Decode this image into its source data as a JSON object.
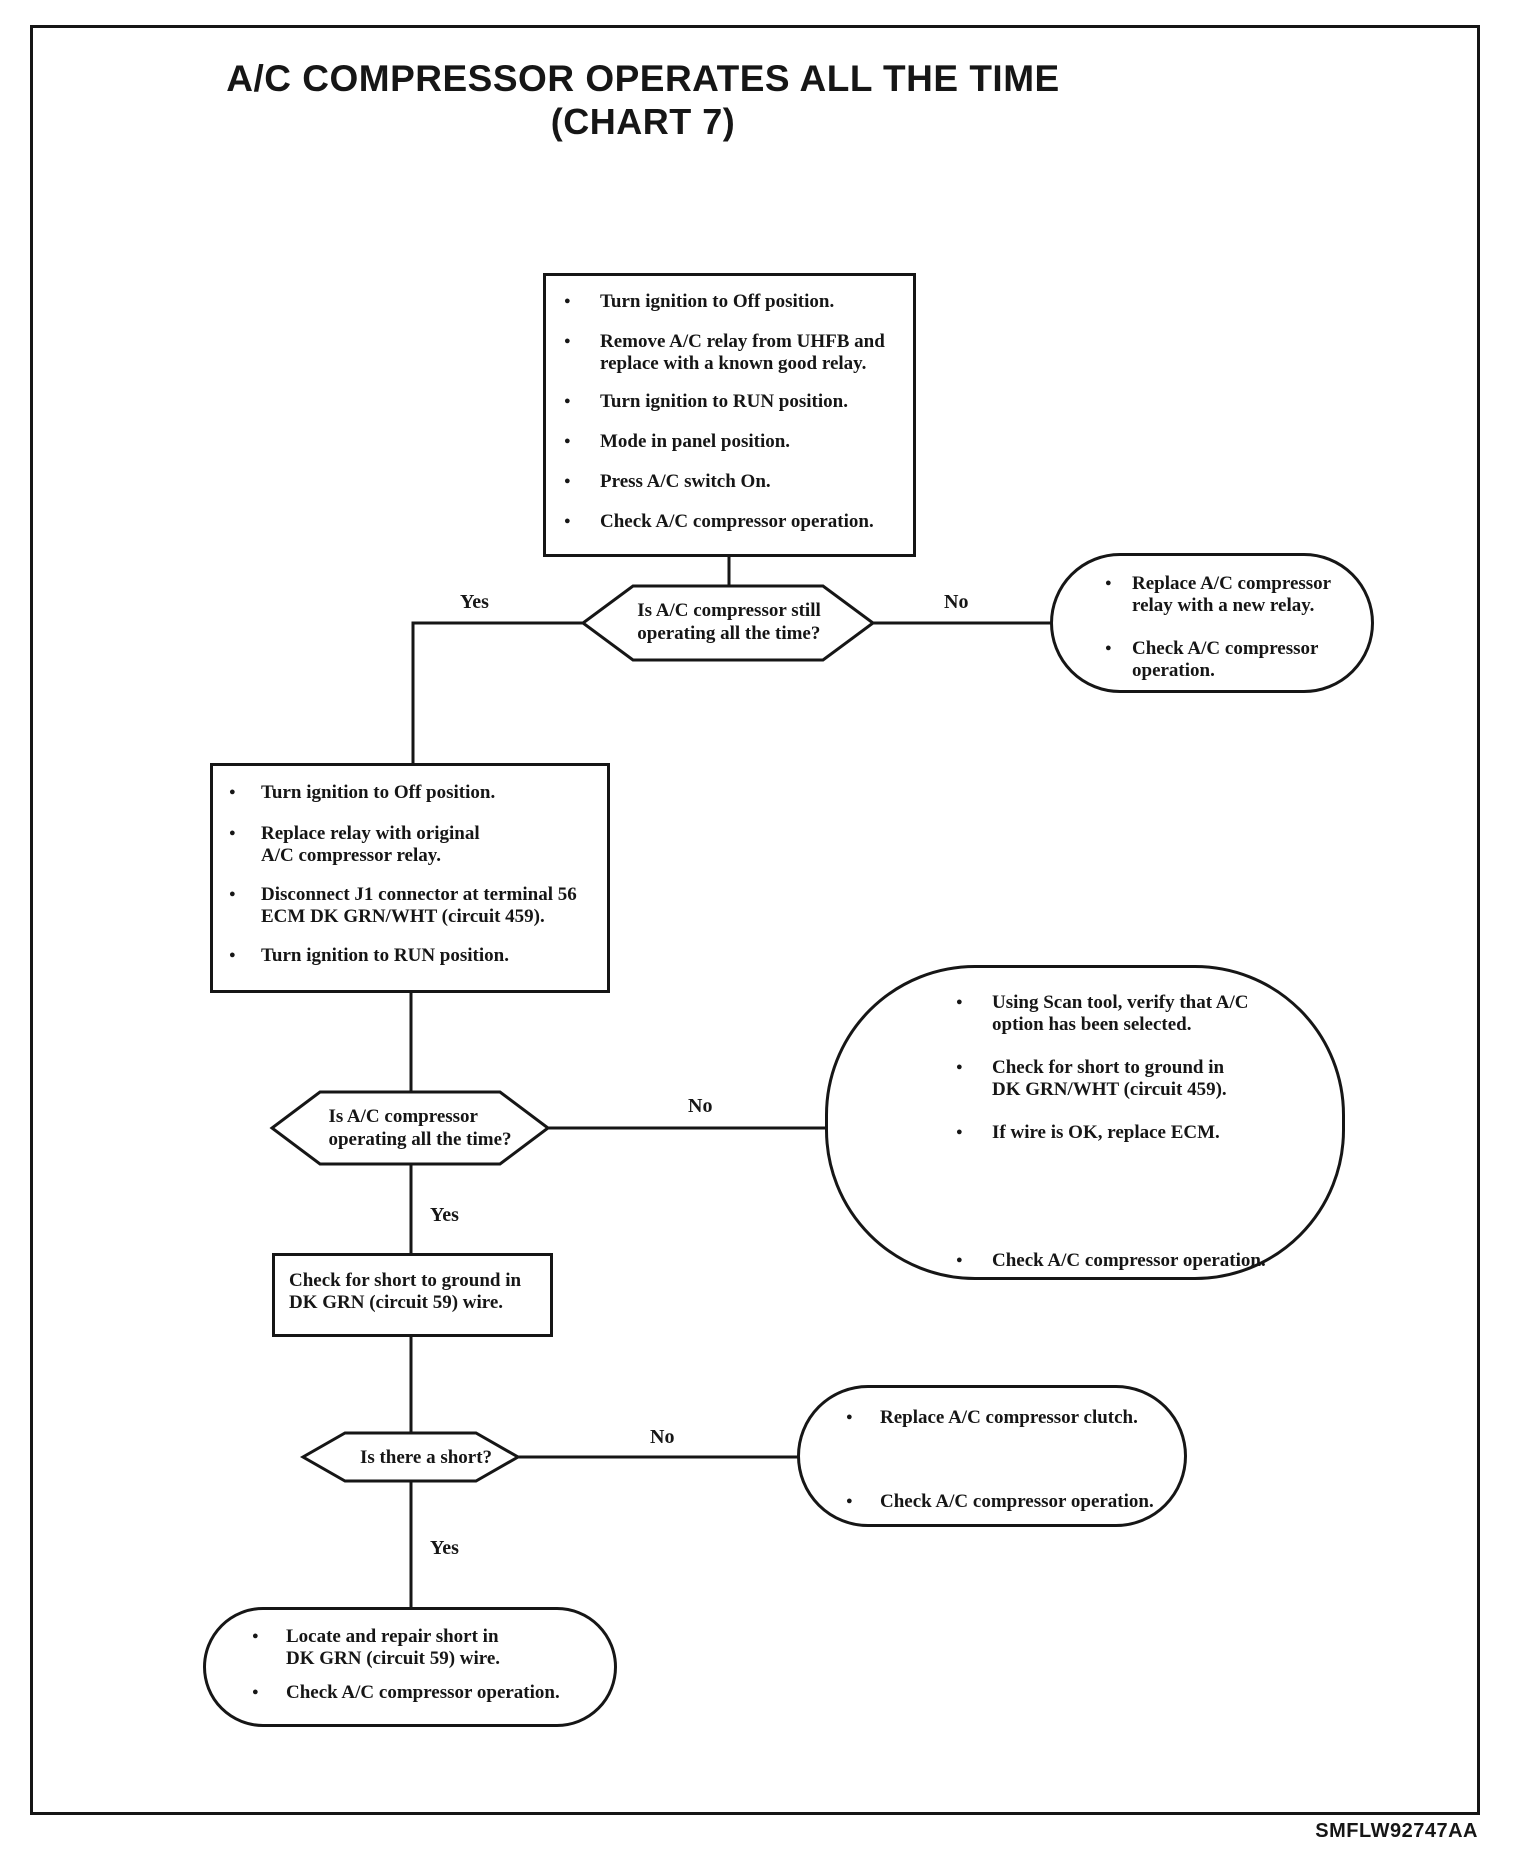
{
  "page": {
    "title_line1": "A/C COMPRESSOR OPERATES ALL THE TIME",
    "title_line2": "(CHART 7)",
    "figure_code": "SMFLW92747AA"
  },
  "colors": {
    "ink": "#161616",
    "paper": "#ffffff"
  },
  "labels": {
    "yes1": "Yes",
    "no1": "No",
    "yes2": "Yes",
    "no2": "No",
    "yes3": "Yes",
    "no3": "No"
  },
  "nodes": {
    "step1": {
      "items": [
        "Turn ignition to Off position.",
        "Remove A/C relay from UHFB and\nreplace with a known good relay.",
        "Turn ignition to RUN position.",
        "Mode in panel position.",
        "Press A/C switch On.",
        "Check A/C compressor operation."
      ]
    },
    "decision1": {
      "question": "Is A/C compressor still\noperating all the time?"
    },
    "terminal1": {
      "items": [
        "Replace A/C compressor\nrelay with a new relay.",
        "Check A/C compressor\noperation."
      ]
    },
    "step2": {
      "items": [
        "Turn ignition to Off position.",
        "Replace relay with original\nA/C compressor relay.",
        "Disconnect J1 connector at terminal 56\nECM DK GRN/WHT (circuit 459).",
        "Turn ignition to RUN position."
      ]
    },
    "decision2": {
      "question": "Is A/C compressor\noperating all the time?"
    },
    "scan_result": {
      "items": [
        "Using Scan tool, verify that A/C\noption has been selected.",
        "Check for short to ground in\nDK GRN/WHT (circuit 459).",
        "If wire is OK, replace ECM.",
        "Check A/C compressor operation."
      ]
    },
    "step3": {
      "text": "Check for short to ground in\nDK GRN (circuit 59) wire."
    },
    "decision3": {
      "question": "Is there a short?"
    },
    "terminal2": {
      "items": [
        "Replace A/C compressor clutch.",
        "Check A/C compressor operation."
      ]
    },
    "terminal3": {
      "items": [
        "Locate and repair short in\nDK GRN (circuit 59) wire.",
        "Check A/C compressor operation."
      ]
    }
  }
}
